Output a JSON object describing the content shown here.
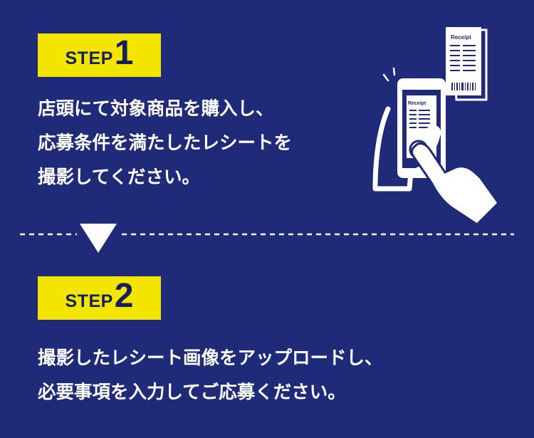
{
  "steps": [
    {
      "label_word": "STEP",
      "label_num": "1",
      "lines": [
        "店頭にて対象商品を購入し、",
        "応募条件を満たしたレシートを",
        "撮影してください。"
      ]
    },
    {
      "label_word": "STEP",
      "label_num": "2",
      "lines": [
        "撮影したレシート画像をアップロードし、",
        "必要事項を入力してご応募ください。"
      ]
    }
  ],
  "illustration": {
    "receipt_label": "Receipt",
    "phone_receipt_label": "Receipt"
  },
  "colors": {
    "background": "#1f2a78",
    "badge": "#f3e500",
    "badge_text": "#15205f",
    "text": "#ffffff"
  }
}
